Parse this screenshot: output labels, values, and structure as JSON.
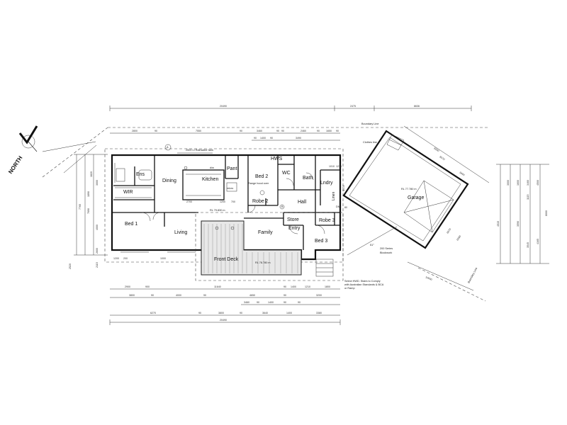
{
  "north_label": "NORTH",
  "rooms": {
    "ens": "Ens",
    "wir": "WIR",
    "dining": "Dining",
    "kitchen": "Kitchen",
    "pant": "Pant",
    "bed2": "Bed 2",
    "hws": "HWS",
    "wc": "WC",
    "bath": "Bath",
    "lndry": "Lndry",
    "linen": "Linen",
    "hall": "Hall",
    "robe2": "Robe 2",
    "bed1": "Bed 1",
    "living": "Living",
    "family": "Family",
    "entry": "Entry",
    "store": "Store",
    "robe3": "Robe 3",
    "bed3": "Bed 3",
    "front_deck": "Front Deck",
    "garage": "Garage"
  },
  "notes": {
    "rainwater": "2500 Lt Rainwater tank",
    "range_hood": "Range hood over",
    "rl_main": "RL 79.830 m",
    "rl_deck": "RL 78.780 m",
    "rl_garage": "RL 77.780 m",
    "boundary_top": "Boundary Line",
    "boundary_right": "Boundary Line",
    "clothes_line": "Clothes line",
    "blockwork_1": "200 Series",
    "blockwork_2": "Blockwork",
    "stairs_1": "Select HWD. Stairs to Comply",
    "stairs_2": "with Australian Standards & BCA",
    "stairs_3": "or Ramp",
    "dw": "d/w",
    "micro": "micro",
    "dn": "DN",
    "angle": "51°",
    "label_a": "A",
    "label_b": "B"
  },
  "dimensions": {
    "top_overall": "20490",
    "top_mid": "2475",
    "top_right": "8636",
    "top_row": [
      "2800",
      "90",
      "7550",
      "90",
      "3460",
      "90",
      "90",
      "2460",
      "90",
      "1650",
      "90"
    ],
    "top_row2": [
      "90",
      "1400",
      "90",
      "3490"
    ],
    "bottom_row1": [
      "2900",
      "900",
      "11640",
      "90",
      "1400",
      "1210",
      "1800"
    ],
    "bottom_row2": [
      "3800",
      "90",
      "4000",
      "90",
      "4650",
      "90",
      "3200"
    ],
    "bottom_row3": [
      "3460",
      "90",
      "1400",
      "90",
      "90"
    ],
    "bottom_row4": [
      "6270",
      "90",
      "3800",
      "90",
      "3640",
      "1400",
      "3380"
    ],
    "bottom_overall": "20490",
    "left_col": [
      "1820",
      "3000",
      "1890",
      "4000",
      "2600",
      "2115"
    ],
    "left_overall": "7765",
    "left_mid": "7690",
    "left_bottom": "2520",
    "kitchen_dims": [
      "2700",
      "1200",
      "700"
    ],
    "right_col": [
      "3000",
      "1600",
      "3460",
      "1115",
      "3590",
      "3545",
      "4500"
    ],
    "right_overall": "8000",
    "right_sub": [
      "4515",
      "4165"
    ],
    "garage_dims": [
      "6500",
      "6070",
      "3400",
      "6070",
      "6500"
    ],
    "boundary_dim": "10000",
    "stair_dim": "3174",
    "small": [
      "1200",
      "200",
      "1000",
      "1010",
      "1210",
      "80"
    ]
  }
}
